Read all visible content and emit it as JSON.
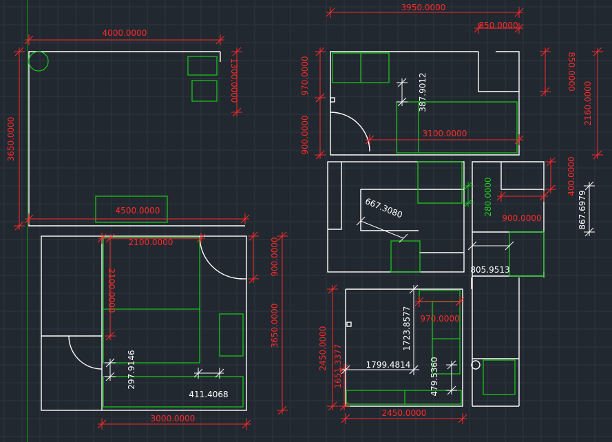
{
  "colors": {
    "background": "#212830",
    "grid": "#2e3640",
    "walls": "#ffffff",
    "furniture": "#19c419",
    "dimension": "#ff2a2a",
    "axis": "#16a016"
  },
  "dimensions": {
    "d4000": "4000.0000",
    "d3650_left": "3650.0000",
    "d1300": "1300.0000",
    "d4500": "4500.0000",
    "d2100": "2100.0000",
    "d2100_vert": "2100.0000",
    "d900_right": "900.0000",
    "d3650_right": "3650.0000",
    "d297": "297.9146",
    "d411": "411.4068",
    "d3000": "3000.0000",
    "d3950": "3950.0000",
    "d850_top": "850.0000",
    "d850_side": "850.0000",
    "d2160": "2160.0000",
    "d970_left": "970.0000",
    "d900_left": "900.0000",
    "d387": "387.9012",
    "d3100": "3100.0000",
    "d400": "400.0000",
    "d280": "280.0000",
    "d900_mid": "900.0000",
    "d867": "867.6979",
    "d667": "667.3080",
    "d805": "805.9513",
    "d2450_vert": "2450.0000",
    "d1651": "1651.3377",
    "d1723": "1723.8577",
    "d970_mid": "970.0000",
    "d1799": "1799.4814",
    "d479": "479.5360",
    "d2450_bottom": "2450.0000"
  }
}
